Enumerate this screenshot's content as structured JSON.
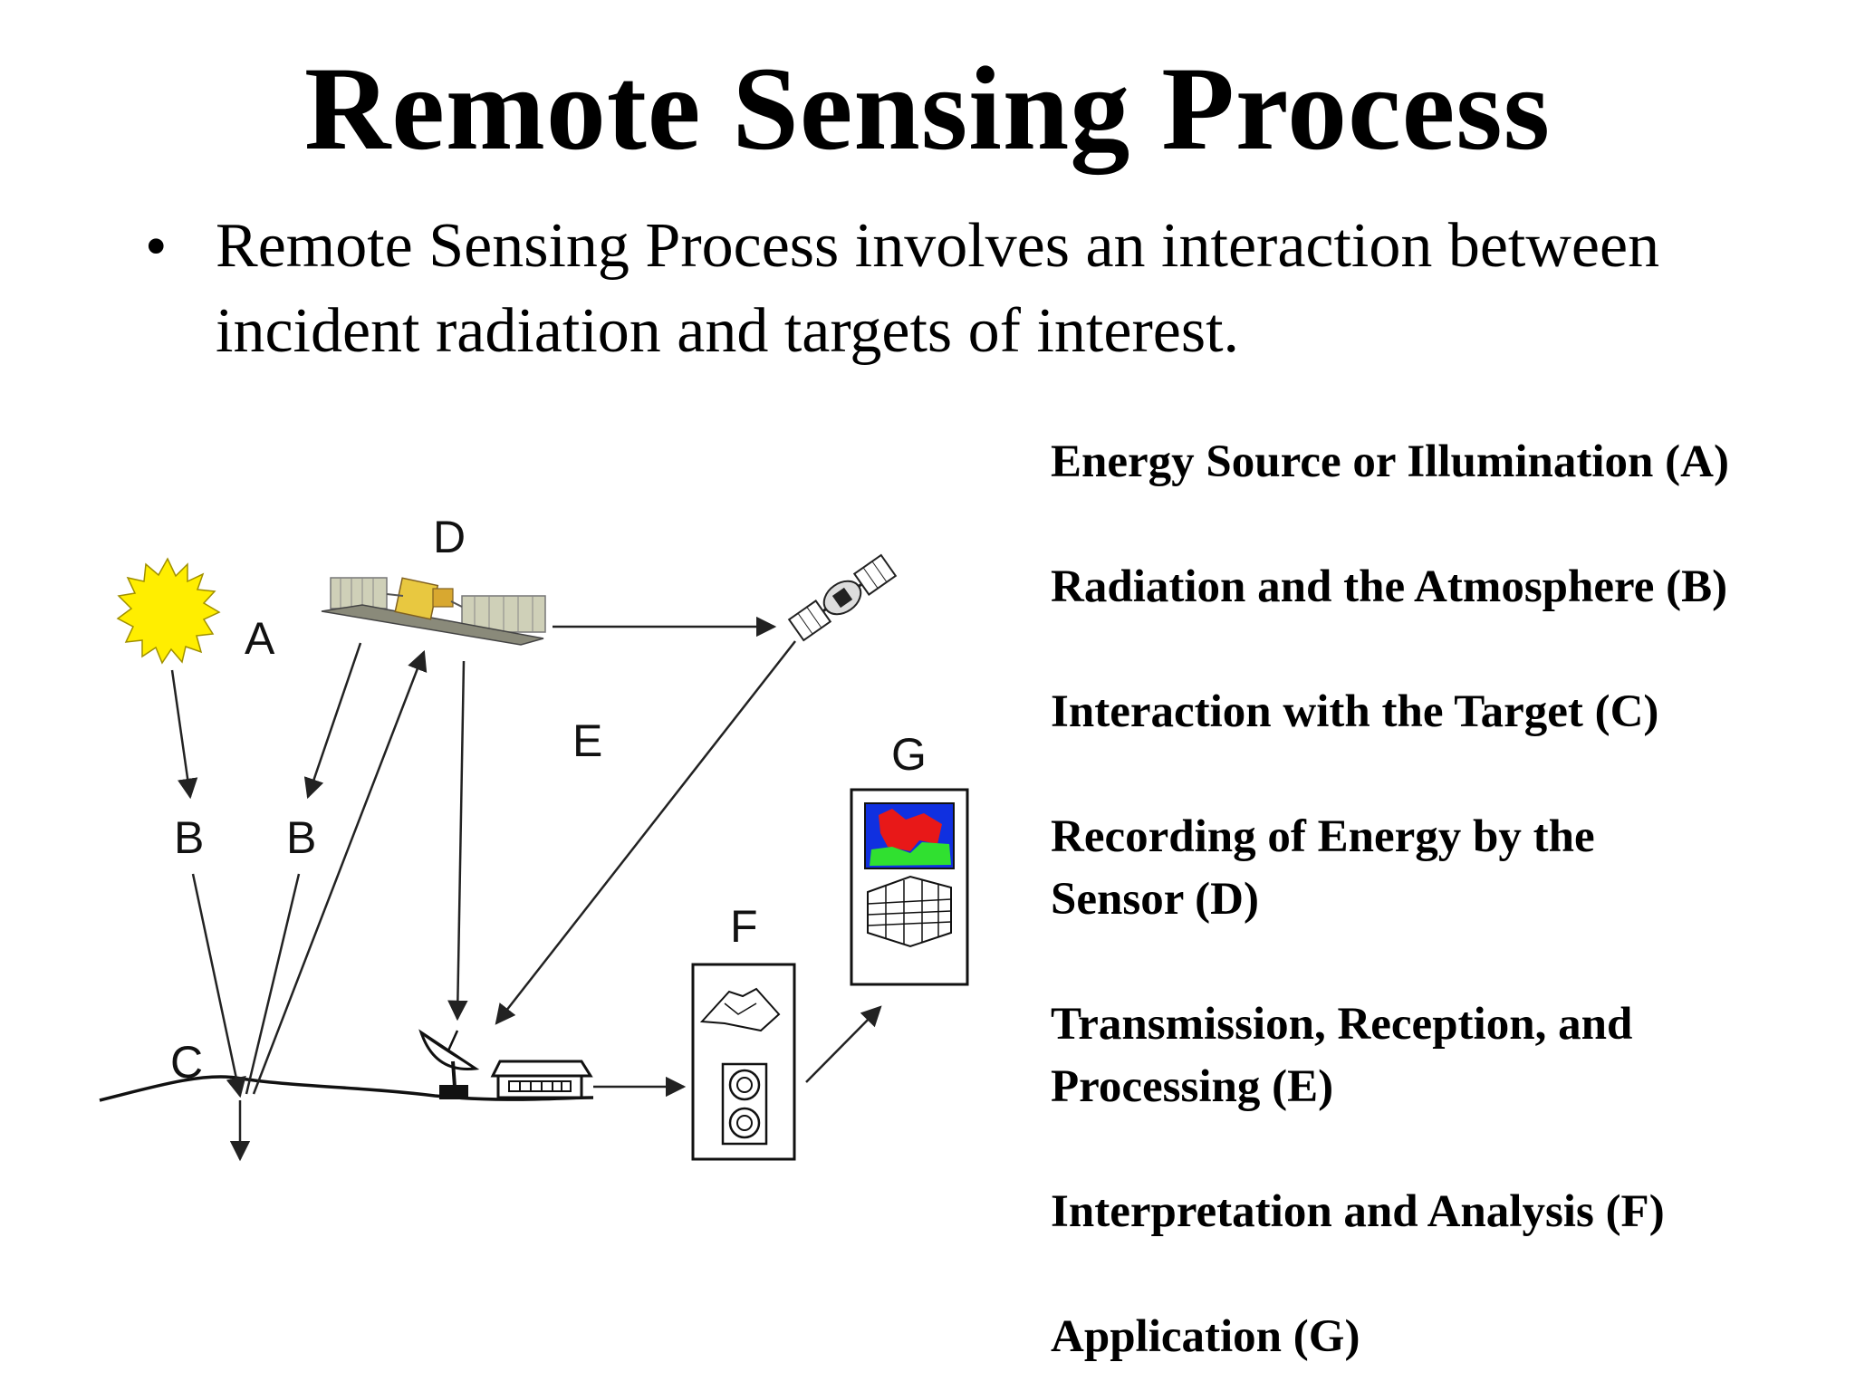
{
  "title": "Remote Sensing Process",
  "bullet": "Remote Sensing Process involves an interaction between incident radiation and targets of interest.",
  "diagram": {
    "labels": {
      "A": "A",
      "B1": "B",
      "B2": "B",
      "C": "C",
      "D": "D",
      "E": "E",
      "F": "F",
      "G": "G"
    }
  },
  "legend": [
    {
      "line1": "Energy Source or Illumination (A)",
      "line2": ""
    },
    {
      "line1": "Radiation and the Atmosphere (B)",
      "line2": ""
    },
    {
      "line1": "Interaction with the Target (C)",
      "line2": ""
    },
    {
      "line1": "Recording of Energy by the",
      "line2": "Sensor (D)"
    },
    {
      "line1": "Transmission, Reception, and",
      "line2": "Processing (E)"
    },
    {
      "line1": "Interpretation and Analysis (F)",
      "line2": ""
    },
    {
      "line1": "Application (G)",
      "line2": ""
    }
  ],
  "colors": {
    "sun": "#ffee00",
    "satellite": "#e8c840",
    "panel": "#d8d8c0",
    "image_red": "#e81818",
    "image_blue": "#1030e0",
    "image_green": "#30e030"
  }
}
